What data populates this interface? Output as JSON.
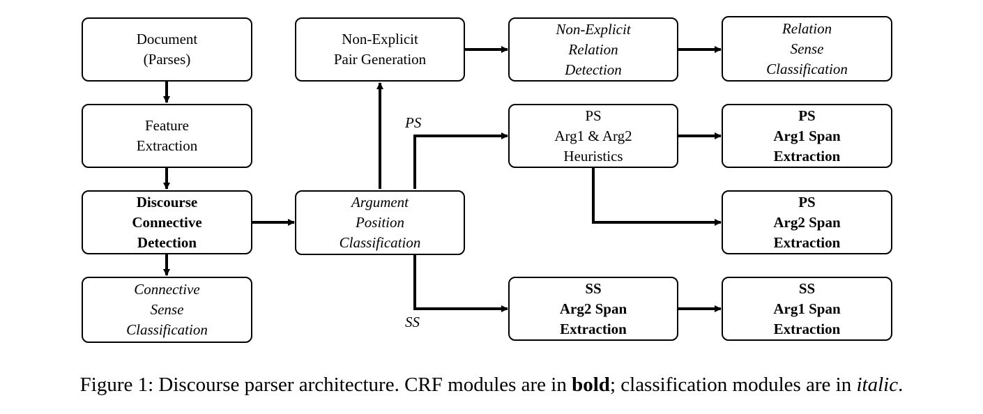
{
  "nodes": {
    "document": [
      "Document",
      "(Parses)"
    ],
    "feature": [
      "Feature",
      "Extraction"
    ],
    "discourse": [
      "Discourse",
      "Connective",
      "Detection"
    ],
    "connective_sense": [
      "Connective",
      "Sense",
      "Classification"
    ],
    "nonexp_pair": [
      "Non-Explicit",
      "Pair Generation"
    ],
    "arg_pos": [
      "Argument",
      "Position",
      "Classification"
    ],
    "nonexp_rel": [
      "Non-Explicit",
      "Relation",
      "Detection"
    ],
    "rel_sense": [
      "Relation",
      "Sense",
      "Classification"
    ],
    "ps_heur": [
      "PS",
      "Arg1 & Arg2",
      "Heuristics"
    ],
    "ps_arg1": [
      "PS",
      "Arg1 Span",
      "Extraction"
    ],
    "ps_arg2": [
      "PS",
      "Arg2 Span",
      "Extraction"
    ],
    "ss_arg2": [
      "SS",
      "Arg2 Span",
      "Extraction"
    ],
    "ss_arg1": [
      "SS",
      "Arg1 Span",
      "Extraction"
    ]
  },
  "edge_labels": {
    "ps": "PS",
    "ss": "SS"
  },
  "caption": {
    "prefix": "Figure 1: Discourse parser architecture. CRF modules are in ",
    "bold_word": "bold",
    "middle": "; classification modules are in ",
    "italic_word": "italic",
    "suffix": "."
  }
}
